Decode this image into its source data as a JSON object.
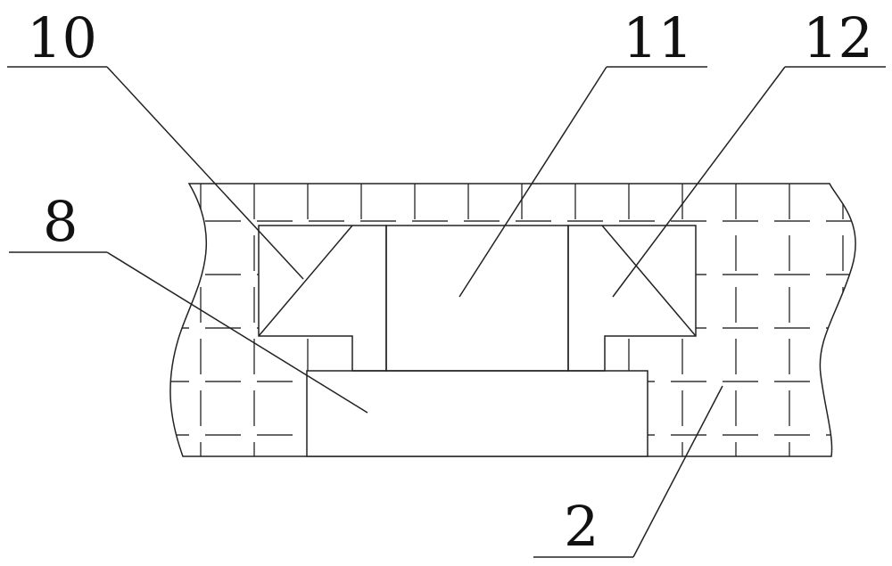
{
  "labels": {
    "label_10": "10",
    "label_11": "11",
    "label_12": "12",
    "label_8": "8",
    "label_2": "2"
  },
  "colors": {
    "line": "#222222",
    "background": "#ffffff"
  }
}
